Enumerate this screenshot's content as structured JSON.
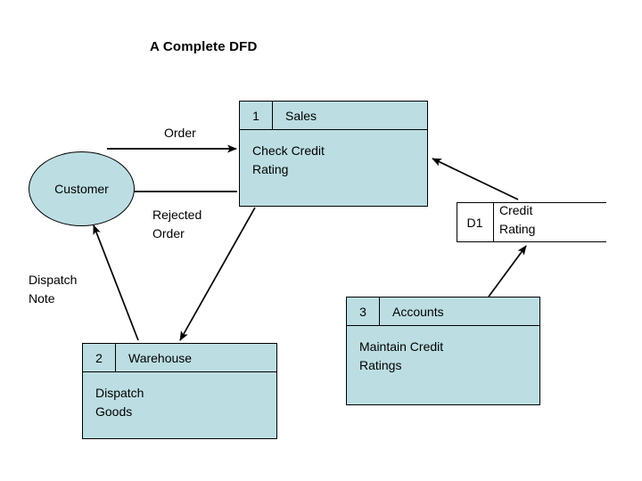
{
  "title": "A Complete DFD",
  "colors": {
    "process_fill": "#bcdee3",
    "entity_fill": "#bcdee3",
    "stroke": "#000000",
    "background": "#ffffff"
  },
  "entities": [
    {
      "id": "customer",
      "label": "Customer",
      "shape": "ellipse"
    }
  ],
  "processes": [
    {
      "id": "1",
      "number": "1",
      "name": "Sales",
      "description": "Check Credit\nRating"
    },
    {
      "id": "2",
      "number": "2",
      "name": "Warehouse",
      "description": "Dispatch\nGoods"
    },
    {
      "id": "3",
      "number": "3",
      "name": "Accounts",
      "description": "Maintain Credit\nRatings"
    }
  ],
  "datastores": [
    {
      "id": "D1",
      "code": "D1",
      "name": "Credit\nRating"
    }
  ],
  "flows": [
    {
      "id": "order",
      "label": "Order",
      "from": "customer",
      "to": "1"
    },
    {
      "id": "rejected-order",
      "label": "Rejected\nOrder",
      "from": "1",
      "to": "customer"
    },
    {
      "id": "dispatch-note",
      "label": "Dispatch\nNote",
      "from": "2",
      "to": "customer"
    },
    {
      "id": "sales-to-warehouse",
      "label": "",
      "from": "1",
      "to": "2"
    },
    {
      "id": "d1-to-sales",
      "label": "",
      "from": "D1",
      "to": "1"
    },
    {
      "id": "accounts-to-d1",
      "label": "",
      "from": "3",
      "to": "D1"
    }
  ]
}
